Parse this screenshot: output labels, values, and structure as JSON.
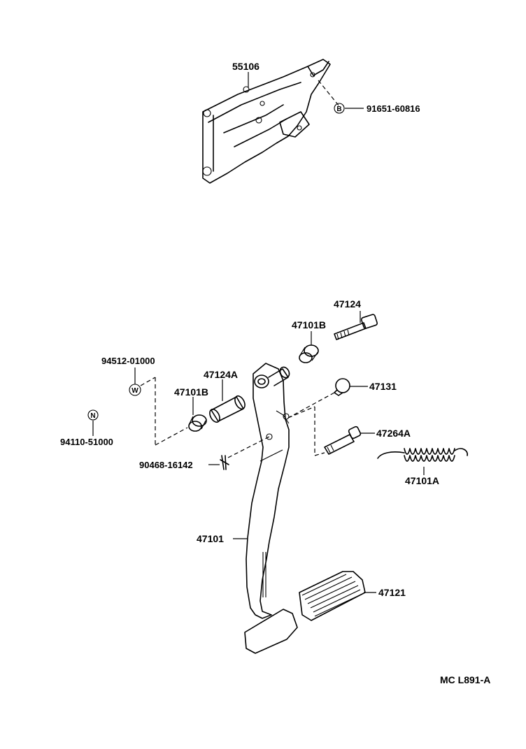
{
  "parts": {
    "p55106": "55106",
    "p91651": "91651-60816",
    "p47124": "47124",
    "p47101B_top": "47101B",
    "p94512": "94512-01000",
    "p47124A": "47124A",
    "p47101B_left": "47101B",
    "p47131": "47131",
    "p94110": "94110-51000",
    "p47264A": "47264A",
    "p90468": "90468-16142",
    "p47101A": "47101A",
    "p47101": "47101",
    "p47121": "47121"
  },
  "symbols": {
    "bolt_mark": "B",
    "washer_mark": "W",
    "nut_mark": "N"
  },
  "footer": {
    "code": "MC  L891-A"
  }
}
